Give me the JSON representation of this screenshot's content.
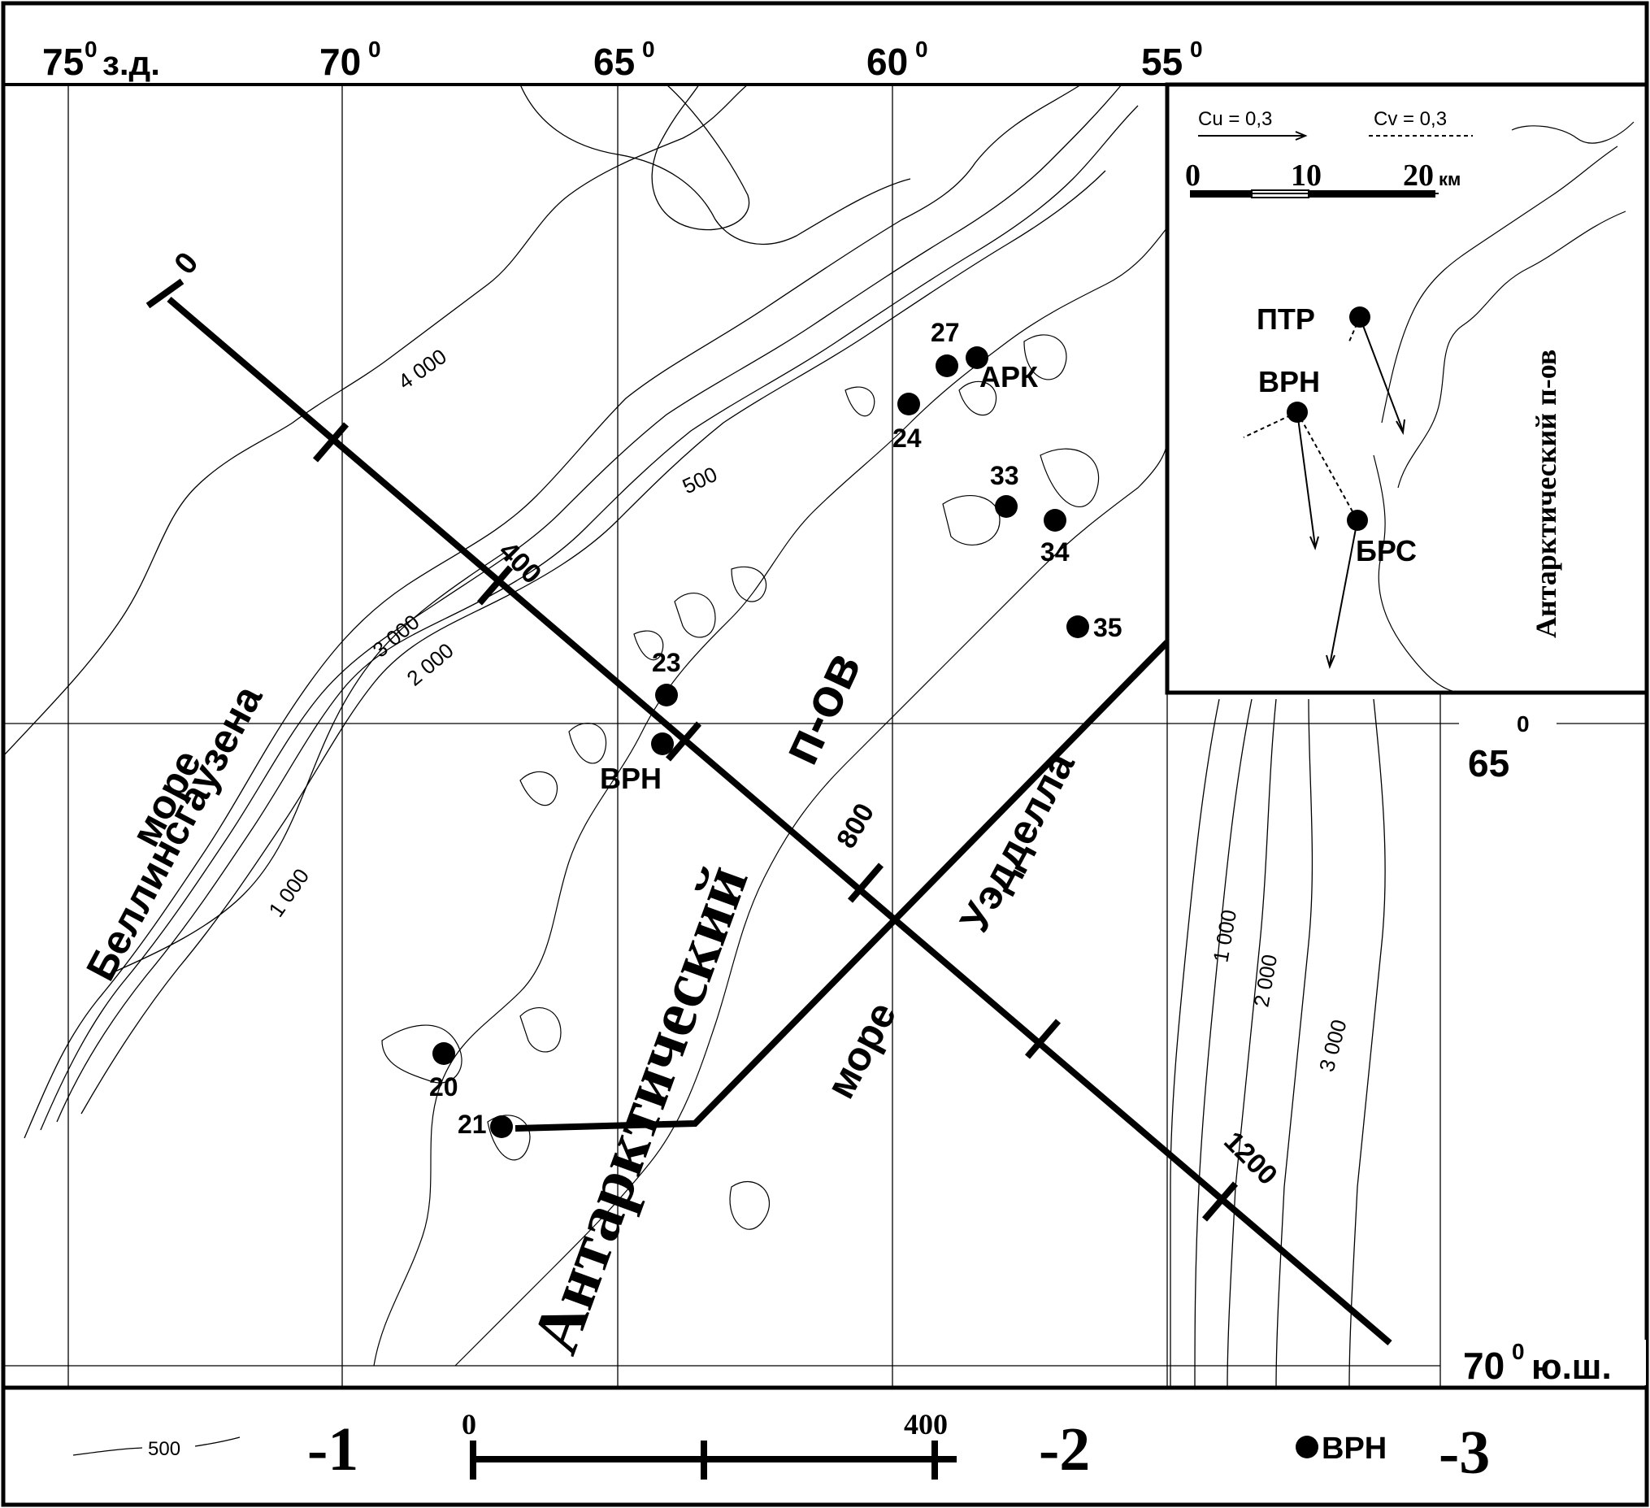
{
  "top_labels": {
    "lon75": "75",
    "lon75_sup": "0",
    "lon75_suffix": "з.д.",
    "lon70": "70",
    "lon70_sup": "0",
    "lon65": "65",
    "lon65_sup": "0",
    "lon60": "60",
    "lon60_sup": "0",
    "lon55": "55",
    "lon55_sup": "0"
  },
  "right_labels": {
    "lat65": "65",
    "lat65_sup": "0",
    "lat70": "70",
    "lat70_sup": "0",
    "lat70_suffix": "ю.ш."
  },
  "profile": {
    "start": "0",
    "km400": "400",
    "km800": "800",
    "km1200": "1200"
  },
  "contours": {
    "c4000": "4 000",
    "c3000": "3 000",
    "c2000": "2 000",
    "c1000": "1 000",
    "c500": "500",
    "e1000": "1 000",
    "e2000": "2 000",
    "e3000": "3 000"
  },
  "stations": {
    "s27": "27",
    "ark": "АРК",
    "s24": "24",
    "s33": "33",
    "s34": "34",
    "s35": "35",
    "s23": "23",
    "vrn": "ВРН",
    "s20": "20",
    "s21": "21"
  },
  "regions": {
    "sea_bell_1": "море",
    "sea_bell_2": "Беллинсгаузена",
    "pen_1": "Антарктический",
    "pen_2": "п-ов",
    "sea_wed_1": "Уэдделла",
    "sea_wed_2": "море"
  },
  "inset": {
    "cu_label": "Cu = 0,3",
    "cv_label": "Cv = 0,3",
    "scale0": "0",
    "scale10": "10",
    "scale20": "20",
    "scale_unit": "км",
    "ptr": "ПТР",
    "vrn": "ВРН",
    "brs": "БРС",
    "pen_label": "Антарктический п-ов"
  },
  "legend": {
    "contour_value": "500",
    "item1": "-1",
    "scale0": "0",
    "scale400": "400",
    "item2": "-2",
    "station_example": "ВРН",
    "item3": "-3"
  }
}
